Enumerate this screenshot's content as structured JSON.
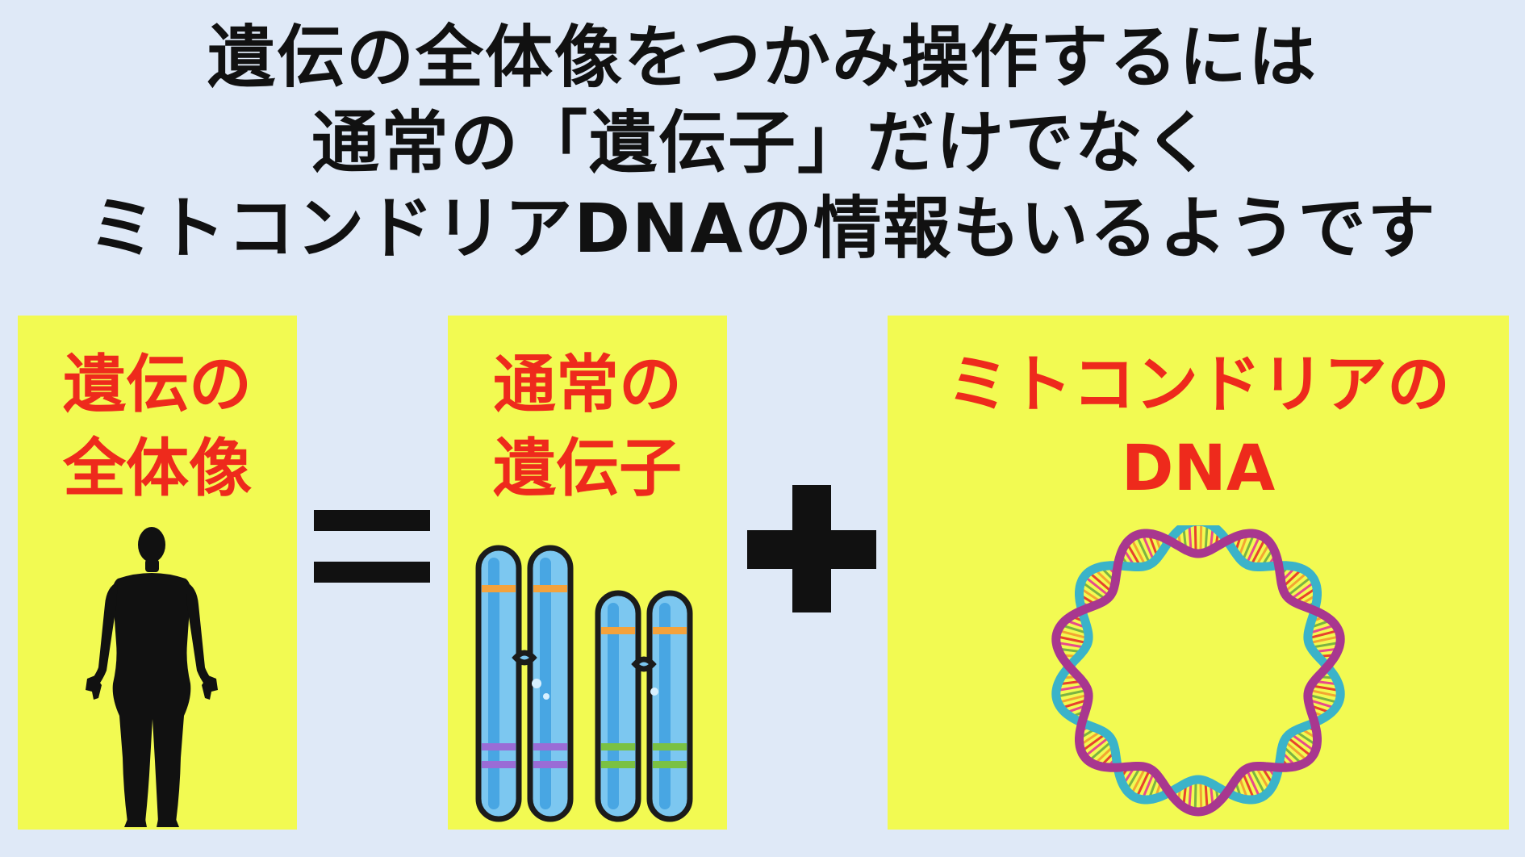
{
  "headline": [
    "遺伝の全体像をつかみ操作するには",
    "通常の「遺伝子」だけでなく",
    "ミトコンドリアDNAの情報もいるようです"
  ],
  "panels": {
    "whole": {
      "title_lines": [
        "遺伝の",
        "全体像"
      ],
      "icon": "human-silhouette-icon"
    },
    "genes": {
      "title_lines": [
        "通常の",
        "遺伝子"
      ],
      "icon": "chromosome-icon"
    },
    "mito": {
      "title_lines": [
        "ミトコンドリアの",
        "DNA"
      ],
      "icon": "circular-dna-icon"
    }
  },
  "operators": {
    "equals": "equals-sign-icon",
    "plus": "plus-sign-icon"
  },
  "colors": {
    "background": "#dfe9f7",
    "panel": "#f2fa52",
    "accent_text": "#ee2a1c",
    "headline_text": "#111111"
  }
}
